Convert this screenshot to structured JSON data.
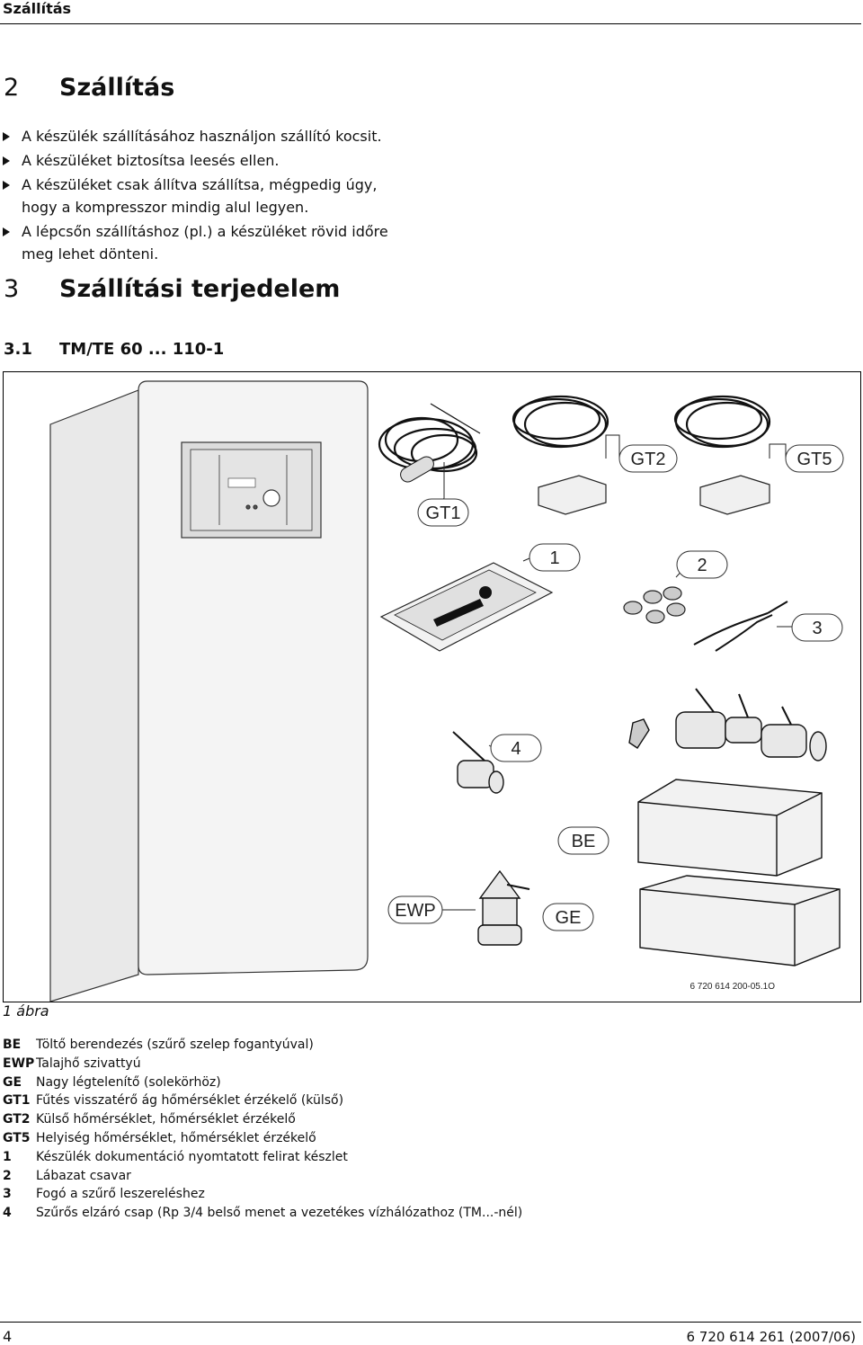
{
  "header": {
    "title": "Szállítás"
  },
  "section2": {
    "number": "2",
    "title": "Szállítás"
  },
  "bullets": [
    "A készülék szállításához használjon szállító kocsit.",
    "A készüléket biztosítsa leesés ellen.",
    "A készüléket csak állítva szállítsa, mégpedig úgy, hogy a kompresszor mindig alul legyen.",
    "A lépcsőn szállításhoz (pl.) a készüléket rövid időre meg lehet dönteni."
  ],
  "section3": {
    "number": "3",
    "title": "Szállítási terjedelem"
  },
  "section31": {
    "number": "3.1",
    "title": "TM/TE 60 ... 110-1"
  },
  "figure": {
    "callouts": {
      "gt1": "GT1",
      "gt2": "GT2",
      "gt5": "GT5",
      "c1": "1",
      "c2": "2",
      "c3": "3",
      "c4": "4",
      "be": "BE",
      "ewp": "EWP",
      "ge": "GE"
    },
    "ref": "6 720 614 200-05.1O",
    "caption": "1 ábra"
  },
  "legend": [
    {
      "key": "BE",
      "text": "Töltő berendezés (szűrő szelep fogantyúval)"
    },
    {
      "key": "EWP",
      "text": "Talajhő szivattyú"
    },
    {
      "key": "GE",
      "text": "Nagy légtelenítő (solekörhöz)"
    },
    {
      "key": "GT1",
      "text": "Fűtés visszatérő ág hőmérséklet érzékelő (külső)"
    },
    {
      "key": "GT2",
      "text": "Külső hőmérséklet, hőmérséklet érzékelő"
    },
    {
      "key": "GT5",
      "text": "Helyiség hőmérséklet, hőmérséklet érzékelő"
    },
    {
      "key": "1",
      "text": "Készülék dokumentáció nyomtatott felirat készlet"
    },
    {
      "key": "2",
      "text": "Lábazat csavar"
    },
    {
      "key": "3",
      "text": "Fogó a szűrő leszereléshez"
    },
    {
      "key": "4",
      "text": "Szűrős elzáró csap (Rp 3/4 belső menet a vezetékes vízhálózathoz (TM...-nél)"
    }
  ],
  "footer": {
    "page": "4",
    "doc": "6 720 614 261 (2007/06)"
  }
}
